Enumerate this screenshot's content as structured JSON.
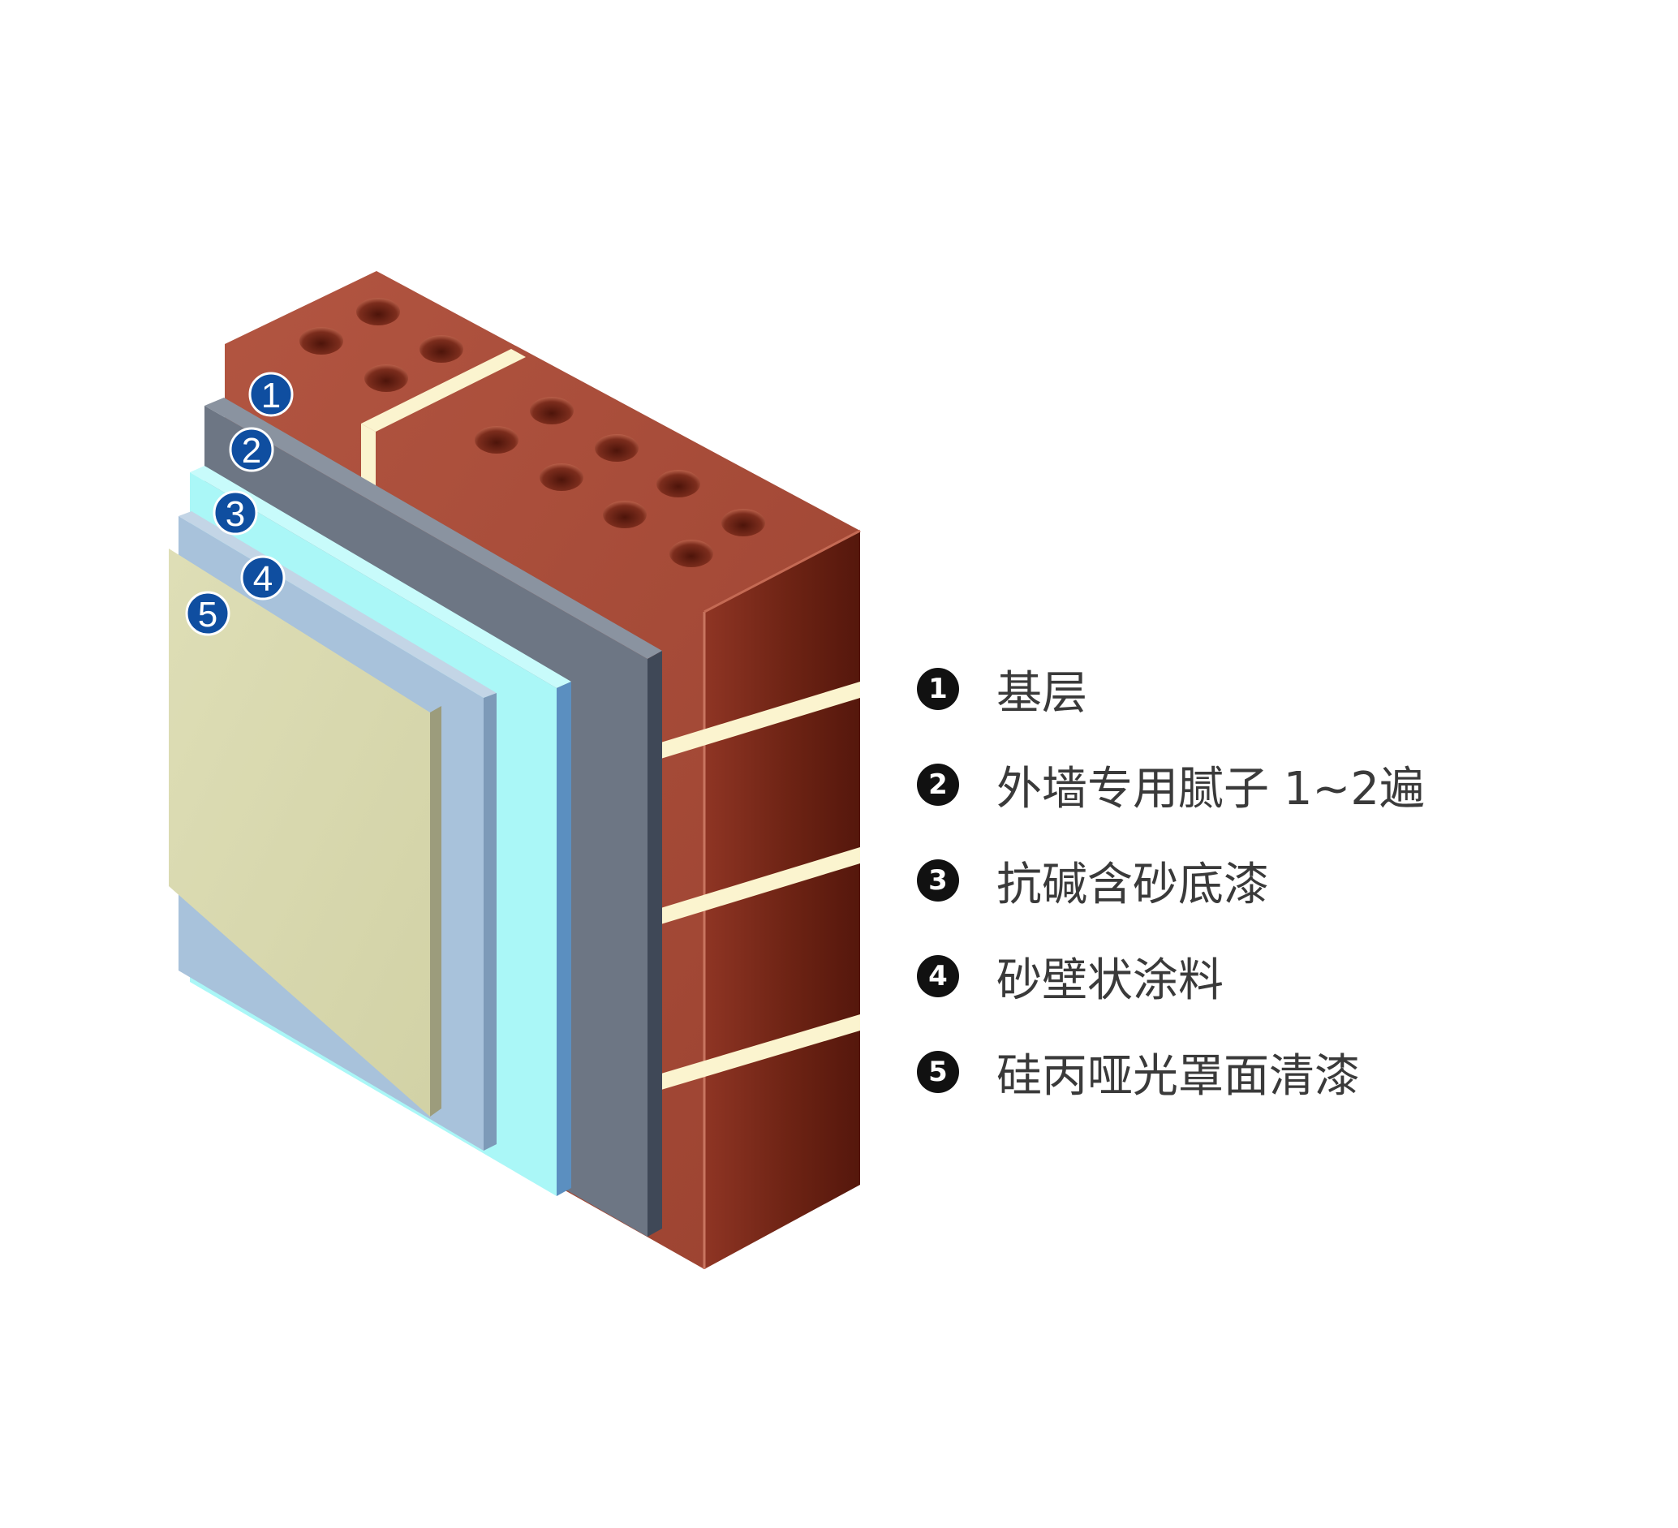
{
  "diagram": {
    "layer_labels": [
      "1",
      "2",
      "3",
      "4",
      "5"
    ],
    "colors": {
      "brick_top": "#a84a36",
      "brick_front": "#9c4331",
      "brick_side": "#5e1a10",
      "mortar": "#fbf4cf",
      "hole": "#7a2d1e",
      "putty_front": "#6d7684",
      "putty_edge": "#3f4857",
      "primer_front": "#aaf7f7",
      "primer_edge": "#5b8fc0",
      "texture_front": "#a8c2db",
      "texture_edge": "#7d9ab8",
      "finish_front": "#d8d8ad",
      "finish_edge": "#9c9c7c",
      "badge": "#0f4ea0"
    }
  },
  "legend": {
    "items": [
      {
        "number": "1",
        "label": "基层"
      },
      {
        "number": "2",
        "label": "外墙专用腻子 1~2遍"
      },
      {
        "number": "3",
        "label": "抗碱含砂底漆"
      },
      {
        "number": "4",
        "label": "砂壁状涂料"
      },
      {
        "number": "5",
        "label": "硅丙哑光罩面清漆"
      }
    ]
  }
}
